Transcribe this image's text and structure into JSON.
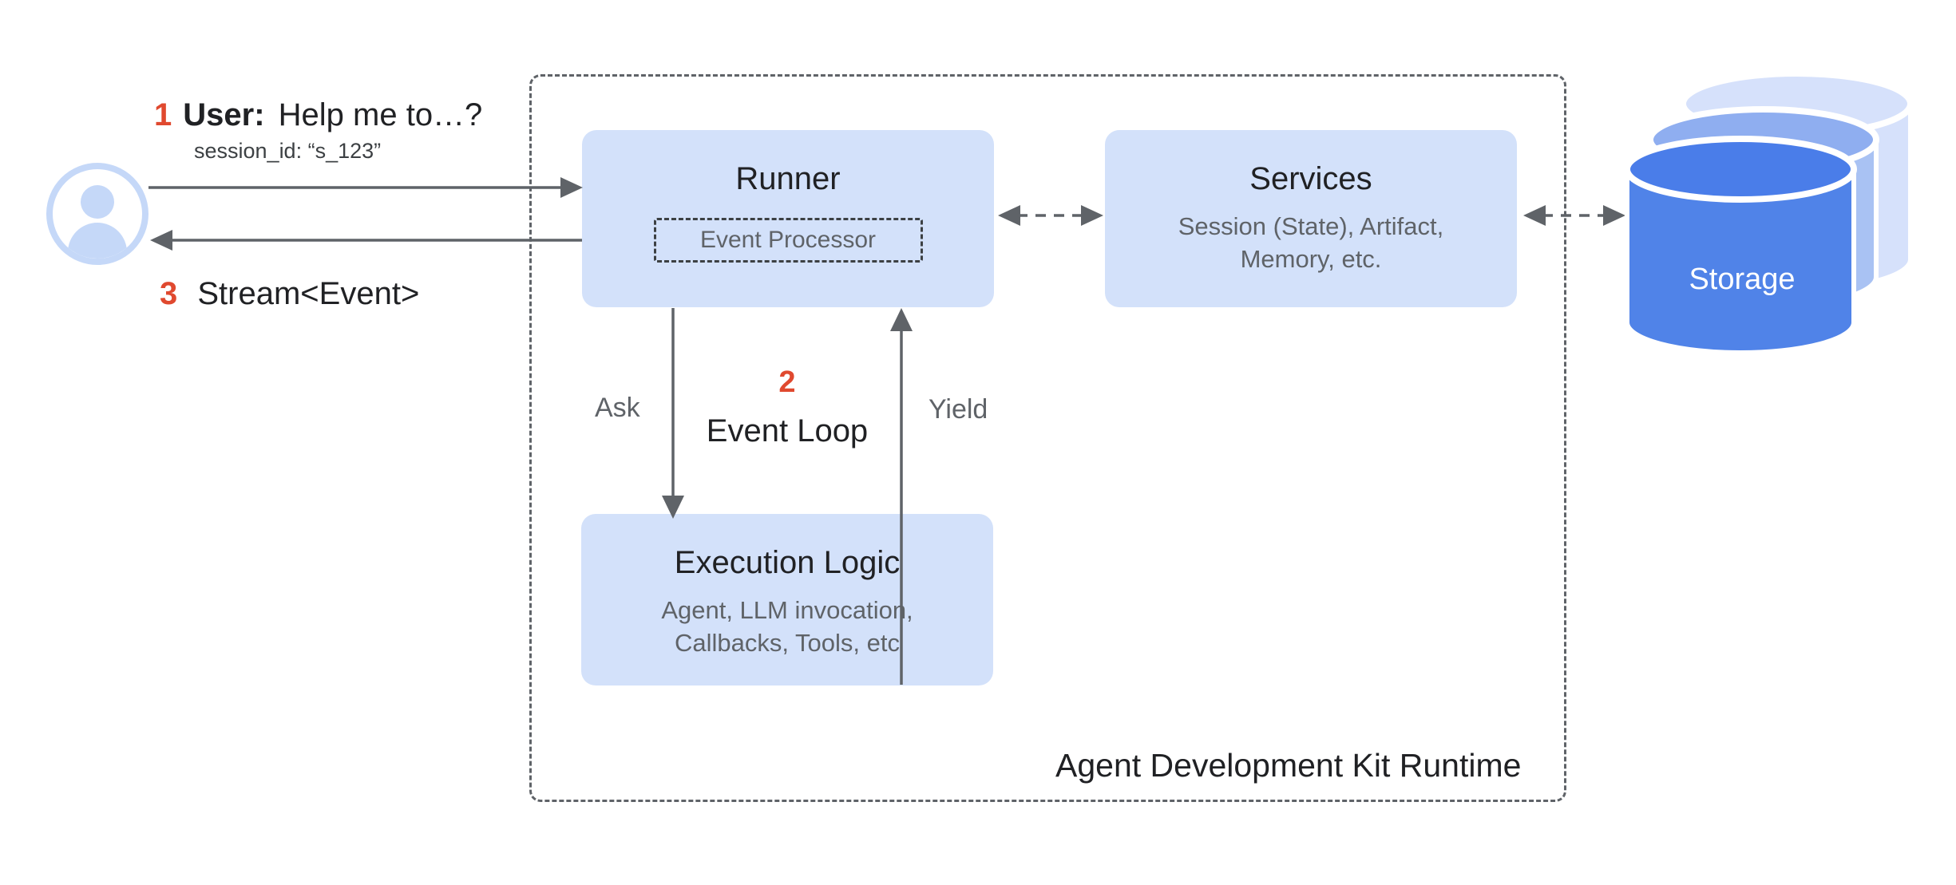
{
  "colors": {
    "box-fill": "#D3E1FA",
    "avatar-blue": "#C5D8F8",
    "text-dark": "#202124",
    "text-gray": "#5F6368",
    "arrow": "#5F6368",
    "red": "#E0492F",
    "dash-dark": "#3C4043",
    "cyl-front": "#4A7DE9",
    "cyl-front-body": "#5083E8",
    "cyl-mid": "#8FAEF0",
    "cyl-mid-body": "#A9C2F3",
    "cyl-back": "#D6E1FB"
  },
  "annotations": {
    "step1": {
      "number": "1",
      "speaker": "User:",
      "message": "Help me to…?",
      "session": "session_id: “s_123”"
    },
    "step2": {
      "number": "2",
      "label": "Event Loop"
    },
    "step3": {
      "number": "3",
      "label": "Stream<Event>"
    },
    "ask": "Ask",
    "yield": "Yield"
  },
  "runtime": {
    "label": "Agent Development Kit Runtime"
  },
  "boxes": {
    "runner": {
      "title": "Runner",
      "sub": "Event Processor"
    },
    "services": {
      "title": "Services",
      "sub_line1": "Session (State), Artifact,",
      "sub_line2": "Memory, etc."
    },
    "execution": {
      "title": "Execution Logic",
      "sub_line1": "Agent, LLM invocation,",
      "sub_line2": "Callbacks, Tools, etc"
    }
  },
  "storage": {
    "label": "Storage"
  }
}
